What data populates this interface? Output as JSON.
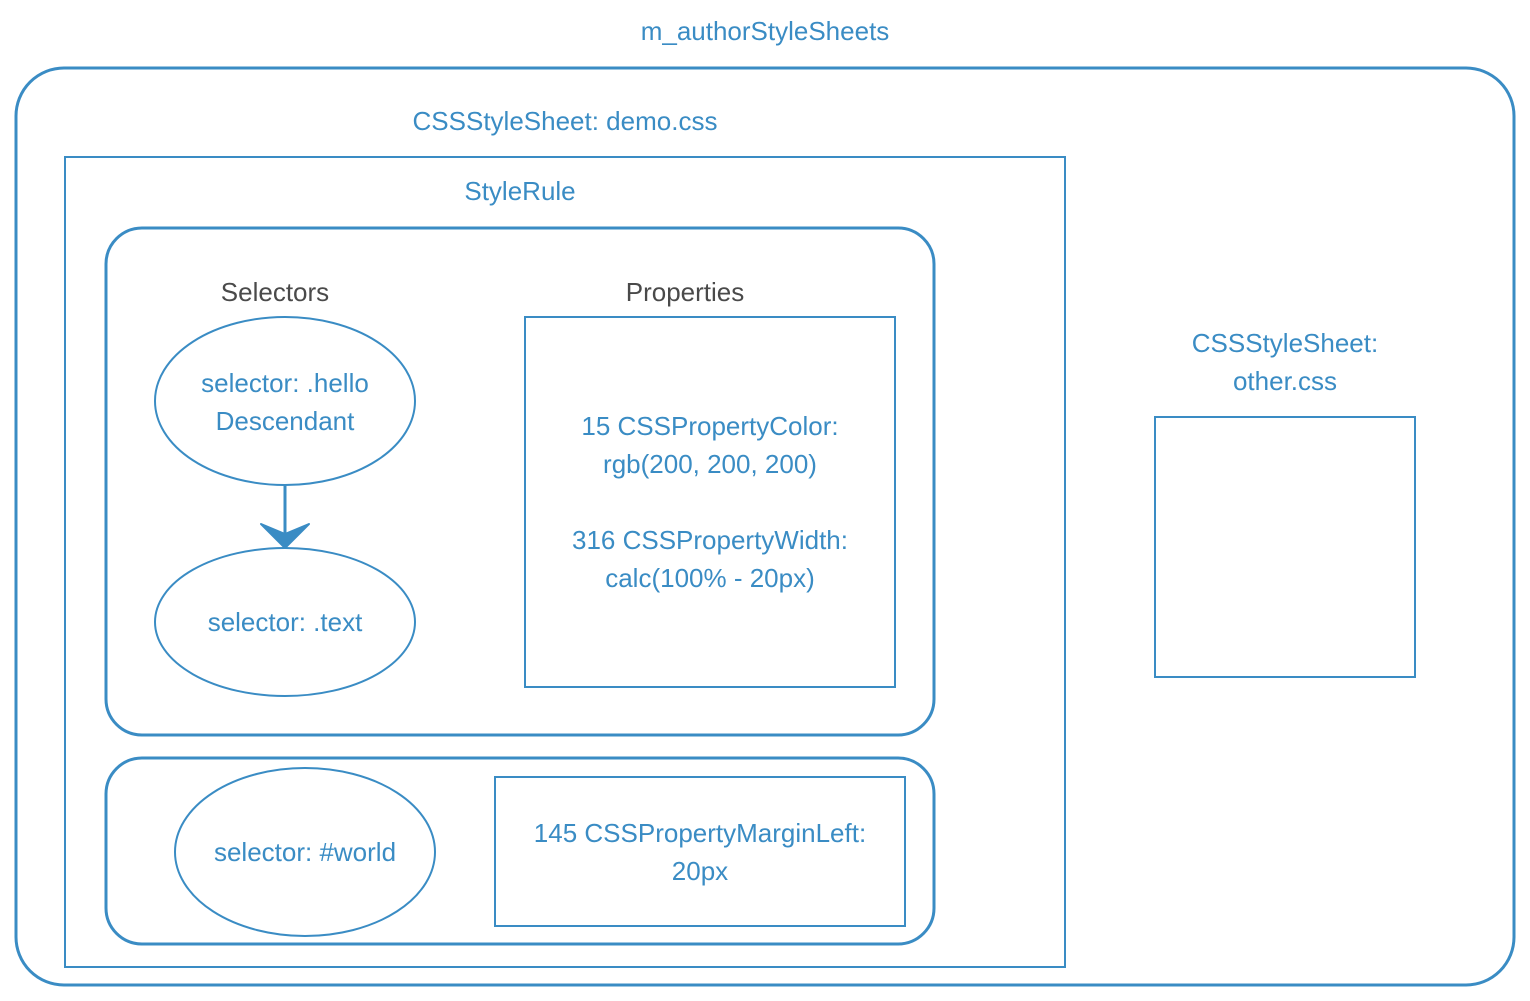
{
  "colors": {
    "stroke": "#3a8cc4",
    "text": "#3a8cc4",
    "heading_text": "#4a4a4a",
    "background": "#ffffff"
  },
  "labels": {
    "outer_title": "m_authorStyleSheets",
    "demo_sheet_title": "CSSStyleSheet: demo.css",
    "style_rule_title": "StyleRule",
    "selectors_heading": "Selectors",
    "properties_heading": "Properties",
    "selector_hello": "selector: .hello\nDescendant",
    "selector_text": "selector: .text",
    "properties_list": "15 CSSPropertyColor:\nrgb(200, 200, 200)\n\n316 CSSPropertyWidth:\ncalc(100% - 20px)",
    "selector_world": "selector: #world",
    "property_margin": "145 CSSPropertyMarginLeft:\n20px",
    "other_sheet_title": "CSSStyleSheet:\nother.css"
  }
}
